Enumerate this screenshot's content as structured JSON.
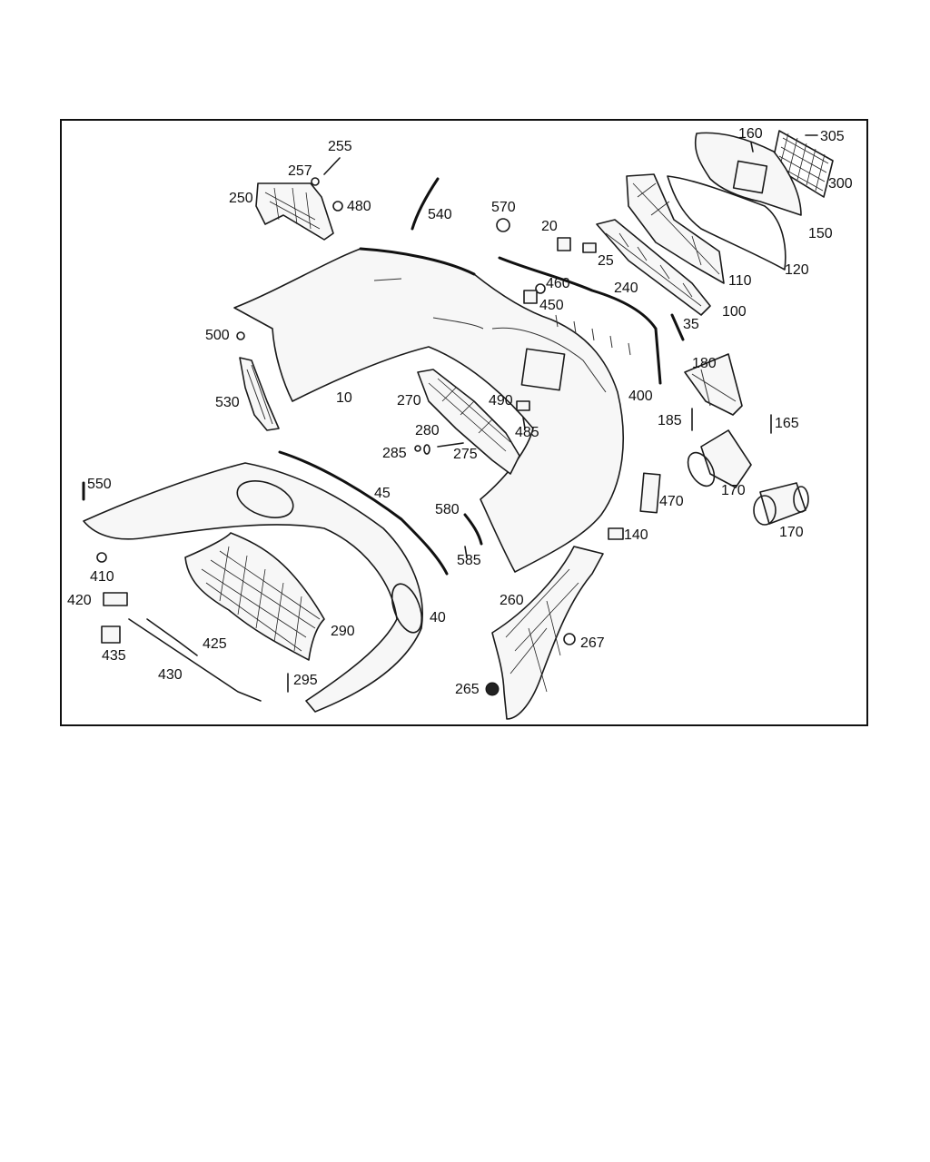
{
  "callouts": [
    {
      "id": "c10",
      "text": "10"
    },
    {
      "id": "c20",
      "text": "20"
    },
    {
      "id": "c25",
      "text": "25"
    },
    {
      "id": "c35",
      "text": "35"
    },
    {
      "id": "c40",
      "text": "40"
    },
    {
      "id": "c45",
      "text": "45"
    },
    {
      "id": "c100",
      "text": "100"
    },
    {
      "id": "c110",
      "text": "110"
    },
    {
      "id": "c120",
      "text": "120"
    },
    {
      "id": "c140",
      "text": "140"
    },
    {
      "id": "c150",
      "text": "150"
    },
    {
      "id": "c160",
      "text": "160"
    },
    {
      "id": "c165",
      "text": "165"
    },
    {
      "id": "c170a",
      "text": "170"
    },
    {
      "id": "c170b",
      "text": "170"
    },
    {
      "id": "c180",
      "text": "180"
    },
    {
      "id": "c185",
      "text": "185"
    },
    {
      "id": "c240",
      "text": "240"
    },
    {
      "id": "c250",
      "text": "250"
    },
    {
      "id": "c255",
      "text": "255"
    },
    {
      "id": "c257",
      "text": "257"
    },
    {
      "id": "c260",
      "text": "260"
    },
    {
      "id": "c265",
      "text": "265"
    },
    {
      "id": "c267",
      "text": "267"
    },
    {
      "id": "c270",
      "text": "270"
    },
    {
      "id": "c275",
      "text": "275"
    },
    {
      "id": "c280",
      "text": "280"
    },
    {
      "id": "c285",
      "text": "285"
    },
    {
      "id": "c290",
      "text": "290"
    },
    {
      "id": "c295",
      "text": "295"
    },
    {
      "id": "c300",
      "text": "300"
    },
    {
      "id": "c305",
      "text": "305"
    },
    {
      "id": "c400",
      "text": "400"
    },
    {
      "id": "c410",
      "text": "410"
    },
    {
      "id": "c420",
      "text": "420"
    },
    {
      "id": "c425",
      "text": "425"
    },
    {
      "id": "c430",
      "text": "430"
    },
    {
      "id": "c435",
      "text": "435"
    },
    {
      "id": "c450",
      "text": "450"
    },
    {
      "id": "c460",
      "text": "460"
    },
    {
      "id": "c470",
      "text": "470"
    },
    {
      "id": "c480",
      "text": "480"
    },
    {
      "id": "c485",
      "text": "485"
    },
    {
      "id": "c490",
      "text": "490"
    },
    {
      "id": "c500",
      "text": "500"
    },
    {
      "id": "c530",
      "text": "530"
    },
    {
      "id": "c540",
      "text": "540"
    },
    {
      "id": "c550",
      "text": "550"
    },
    {
      "id": "c570",
      "text": "570"
    },
    {
      "id": "c580",
      "text": "580"
    },
    {
      "id": "c585",
      "text": "585"
    }
  ]
}
